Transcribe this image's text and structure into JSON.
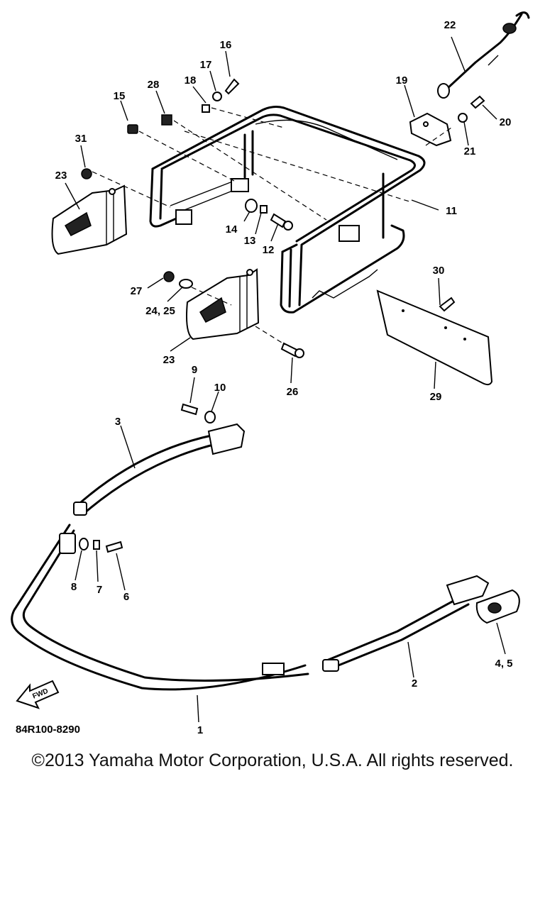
{
  "diagram_code": "84R100-8290",
  "fwd_label": "FWD",
  "copyright": "©2013 Yamaha Motor Corporation, U.S.A. All rights reserved.",
  "labels": {
    "l1": "1",
    "l2": "2",
    "l3": "3",
    "l45": "4, 5",
    "l6": "6",
    "l7": "7",
    "l8": "8",
    "l9": "9",
    "l10": "10",
    "l11": "11",
    "l12": "12",
    "l13": "13",
    "l14": "14",
    "l15": "15",
    "l16": "16",
    "l17": "17",
    "l18": "18",
    "l19": "19",
    "l20": "20",
    "l21": "21",
    "l22": "22",
    "l23a": "23",
    "l23b": "23",
    "l2425": "24, 25",
    "l26": "26",
    "l27": "27",
    "l28": "28",
    "l29": "29",
    "l30": "30",
    "l31": "31"
  }
}
